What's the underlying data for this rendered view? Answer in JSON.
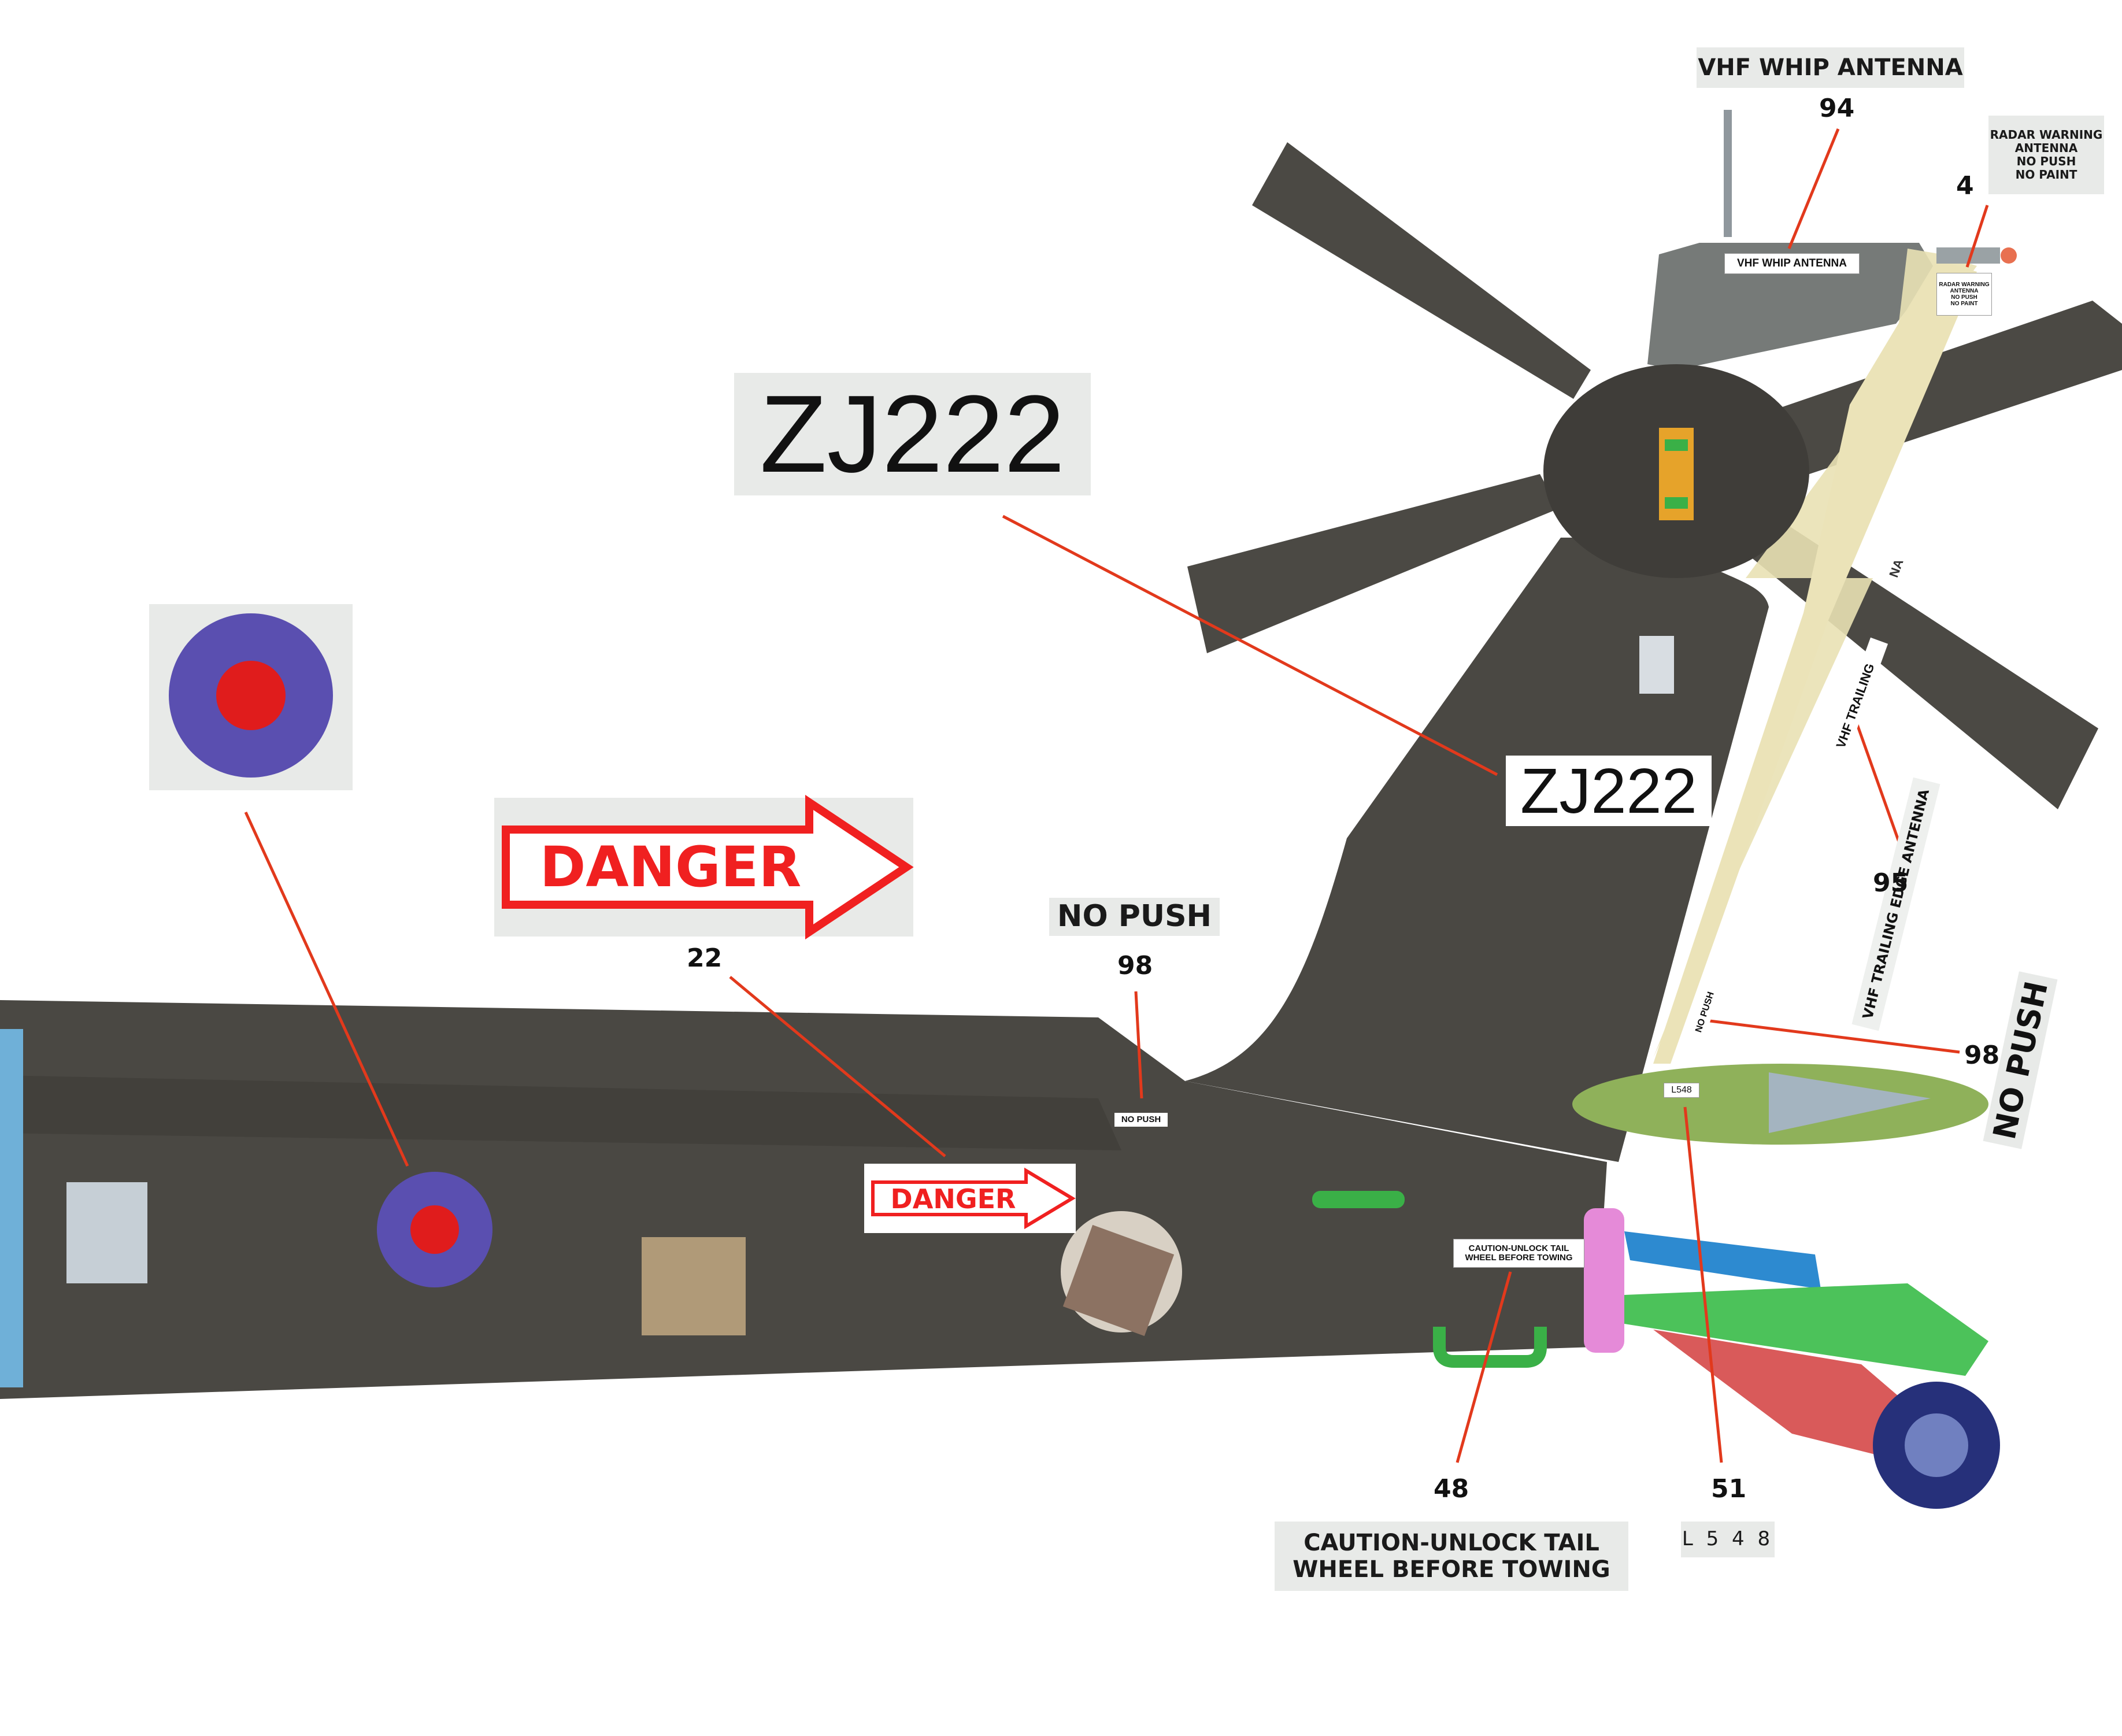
{
  "labels": {
    "vhf_whip": "VHF WHIP ANTENNA",
    "radar_warning_l1": "RADAR WARNING",
    "radar_warning_l2": "ANTENNA",
    "radar_warning_l3": "NO PUSH",
    "radar_warning_l4": "NO PAINT",
    "serial": "ZJ222",
    "danger": "DANGER",
    "no_push": "NO PUSH",
    "vhf_trailing_edge": "VHF TRAILING EDGE ANTENNA",
    "vhf_trailing_short": "VHF TRAILING",
    "caution_l1": "CAUTION-UNLOCK TAIL",
    "caution_l2": "WHEEL BEFORE TOWING",
    "l548": "L548",
    "l548_spaced": "L 5 4 8",
    "fin_partial": "NA"
  },
  "callouts": {
    "n94": "94",
    "n4": "4",
    "n95": "95",
    "n98a": "98",
    "n98b": "98",
    "n22": "22",
    "n48": "48",
    "n51": "51"
  },
  "colors": {
    "fuselage": "#4a4843",
    "fuselage_dark": "#3a3834",
    "fin_panel": "#e9e1b4",
    "callout_line": "#e2391c",
    "roundel_outer": "#5a4fb0",
    "roundel_inner": "#e01c1c",
    "danger_red": "#f02020",
    "green_part": "#4cc25a",
    "blue_part": "#2d8ad0",
    "pink_part": "#e58ad8",
    "red_part": "#d95a5a"
  }
}
